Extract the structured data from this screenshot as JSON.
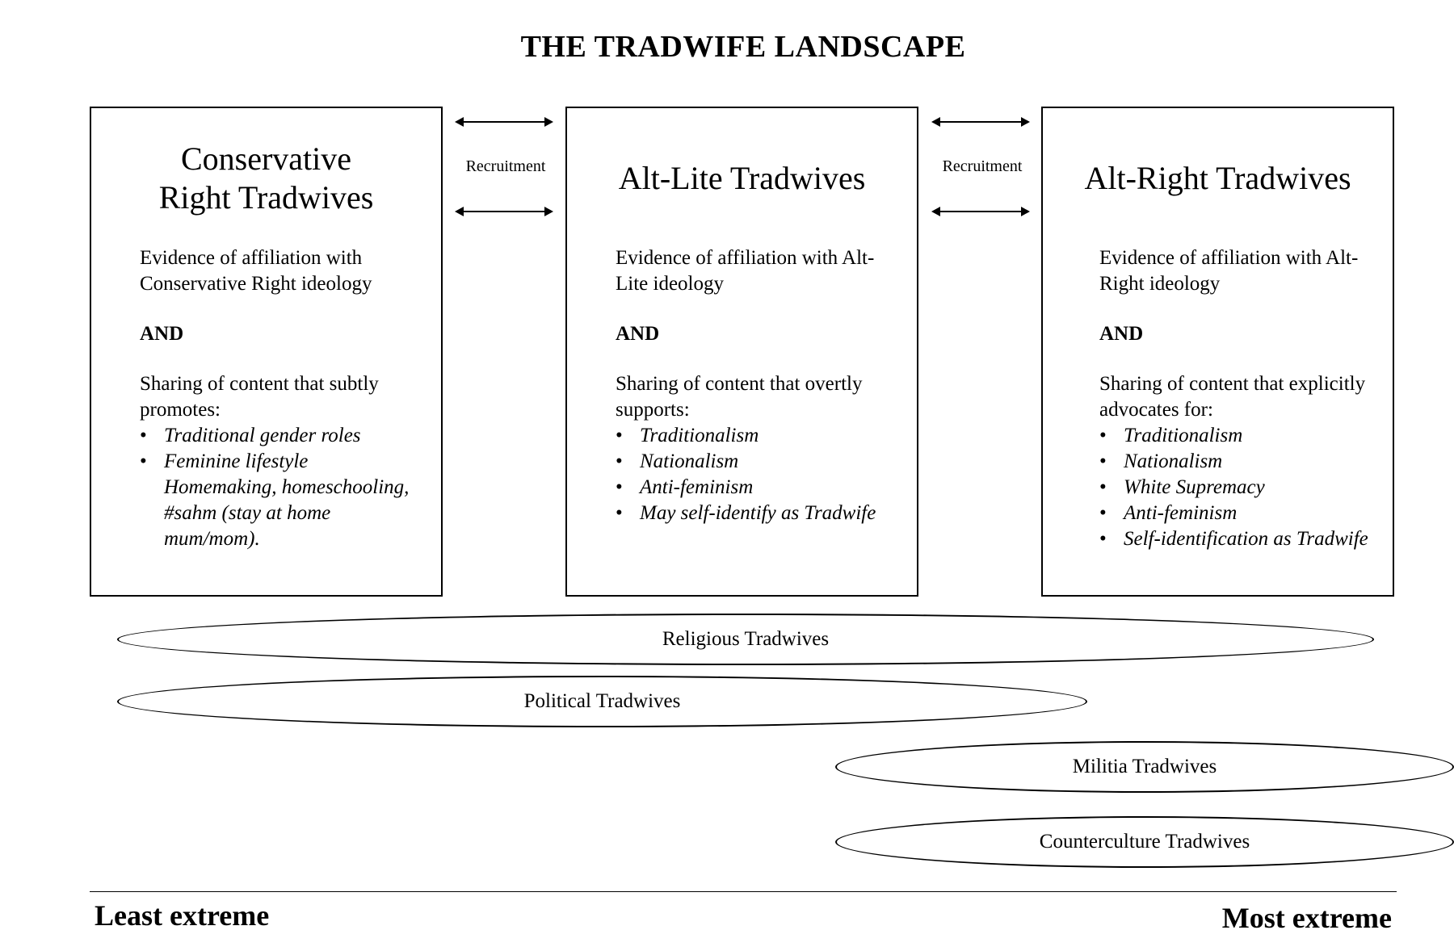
{
  "title": "THE TRADWIFE LANDSCAPE",
  "boxes": [
    {
      "heading": "Conservative Right Tradwives",
      "evidence": "Evidence of affiliation with Conservative Right ideology",
      "and": "AND",
      "sharing": "Sharing of content that subtly promotes:",
      "bullets": [
        "Traditional gender roles",
        "Feminine lifestyle",
        "Homemaking, homeschooling, #sahm (stay at home mum/mom)."
      ]
    },
    {
      "heading": "Alt-Lite Tradwives",
      "evidence": "Evidence of affiliation with Alt-Lite ideology",
      "and": "AND",
      "sharing": "Sharing of content that overtly supports:",
      "bullets": [
        "Traditionalism",
        "Nationalism",
        "Anti-feminism",
        "May self-identify as Tradwife"
      ]
    },
    {
      "heading": "Alt-Right Tradwives",
      "evidence": "Evidence of affiliation with Alt-Right ideology",
      "and": "AND",
      "sharing": "Sharing of content that explicitly advocates for:",
      "bullets": [
        "Traditionalism",
        "Nationalism",
        "White Supremacy",
        "Anti-feminism",
        "Self-identification as Tradwife"
      ]
    }
  ],
  "connectors": [
    {
      "label": "Recruitment"
    },
    {
      "label": "Recruitment"
    }
  ],
  "ellipses": {
    "religious": "Religious Tradwives",
    "political": "Political Tradwives",
    "militia": "Militia Tradwives",
    "counterculture": "Counterculture Tradwives"
  },
  "axis": {
    "left": "Least extreme",
    "right": "Most extreme"
  }
}
